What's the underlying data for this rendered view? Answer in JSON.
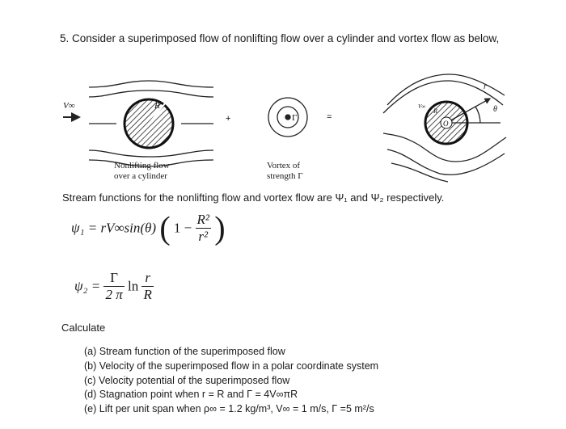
{
  "question": "5. Consider a superimposed flow of nonlifting flow over a cylinder and vortex flow as below,",
  "figure": {
    "freestream_label": "V∞",
    "radius_label": "R",
    "vortex_symbol": "Γ",
    "plus": "+",
    "equals": "=",
    "caption_nonlifting_line1": "Nonlifting flow",
    "caption_nonlifting_line2": "over a cylinder",
    "caption_vortex_line1": "Vortex of",
    "caption_vortex_line2": "strength Γ",
    "result_r": "r",
    "result_theta": "θ",
    "result_O": "O",
    "result_R": "R",
    "result_V": "V∞"
  },
  "stream_text": "Stream functions for the nonlifting flow and vortex flow are Ψ₁ and Ψ₂ respectively.",
  "eq1": {
    "lhs": "ψ₁ = rV∞sin(θ)",
    "one_minus": "1 −",
    "num": "R²",
    "den": "r²"
  },
  "eq2": {
    "lhs": "ψ₂ =",
    "num": "Γ",
    "den": "2 π",
    "ln": "ln",
    "num2": "r",
    "den2": "R"
  },
  "calculate": "Calculate",
  "items": [
    "(a) Stream function of the superimposed flow",
    "(b) Velocity of the superimposed flow in a polar coordinate system",
    "(c) Velocity potential of the superimposed flow",
    "(d) Stagnation point when r = R and Γ = 4V∞πR",
    "(e) Lift per unit span when ρ∞ = 1.2 kg/m³, V∞ = 1 m/s, Γ =5 m²/s"
  ]
}
